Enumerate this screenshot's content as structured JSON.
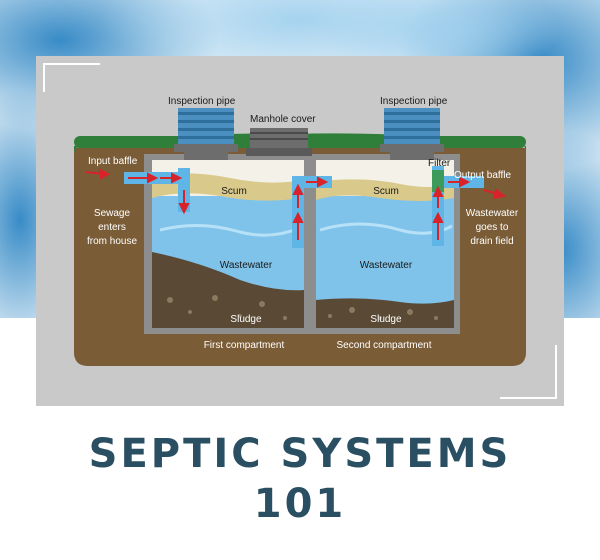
{
  "title_line1": "SEPTIC SYSTEMS",
  "title_line2": "101",
  "labels": {
    "inspection_pipe_left": "Inspection pipe",
    "manhole_cover": "Manhole cover",
    "inspection_pipe_right": "Inspection pipe",
    "input_baffle": "Input baffle",
    "filter": "Filter",
    "output_baffle": "Output baffle",
    "sewage_line1": "Sewage",
    "sewage_line2": "enters",
    "sewage_line3": "from house",
    "wastewater_out_line1": "Wastewater",
    "wastewater_out_line2": "goes to",
    "wastewater_out_line3": "drain field",
    "scum_left": "Scum",
    "scum_right": "Scum",
    "wastewater_left": "Wastewater",
    "wastewater_right": "Wastewater",
    "sludge_left": "Sludge",
    "sludge_right": "Sludge",
    "first_compartment": "First compartment",
    "second_compartment": "Second compartment"
  },
  "colors": {
    "title": "#2a4f63",
    "panel": "#c9c9c9",
    "soil": "#7a5c36",
    "grass": "#2f7f3a",
    "tank_wall": "#8d8d8d",
    "water": "#7fc3ea",
    "scum": "#d9c98a",
    "sludge": "#5a4a35",
    "pipe": "#5fb6e6",
    "arrow": "#d9232b",
    "watercolor_blue": "#4f9fd0"
  }
}
